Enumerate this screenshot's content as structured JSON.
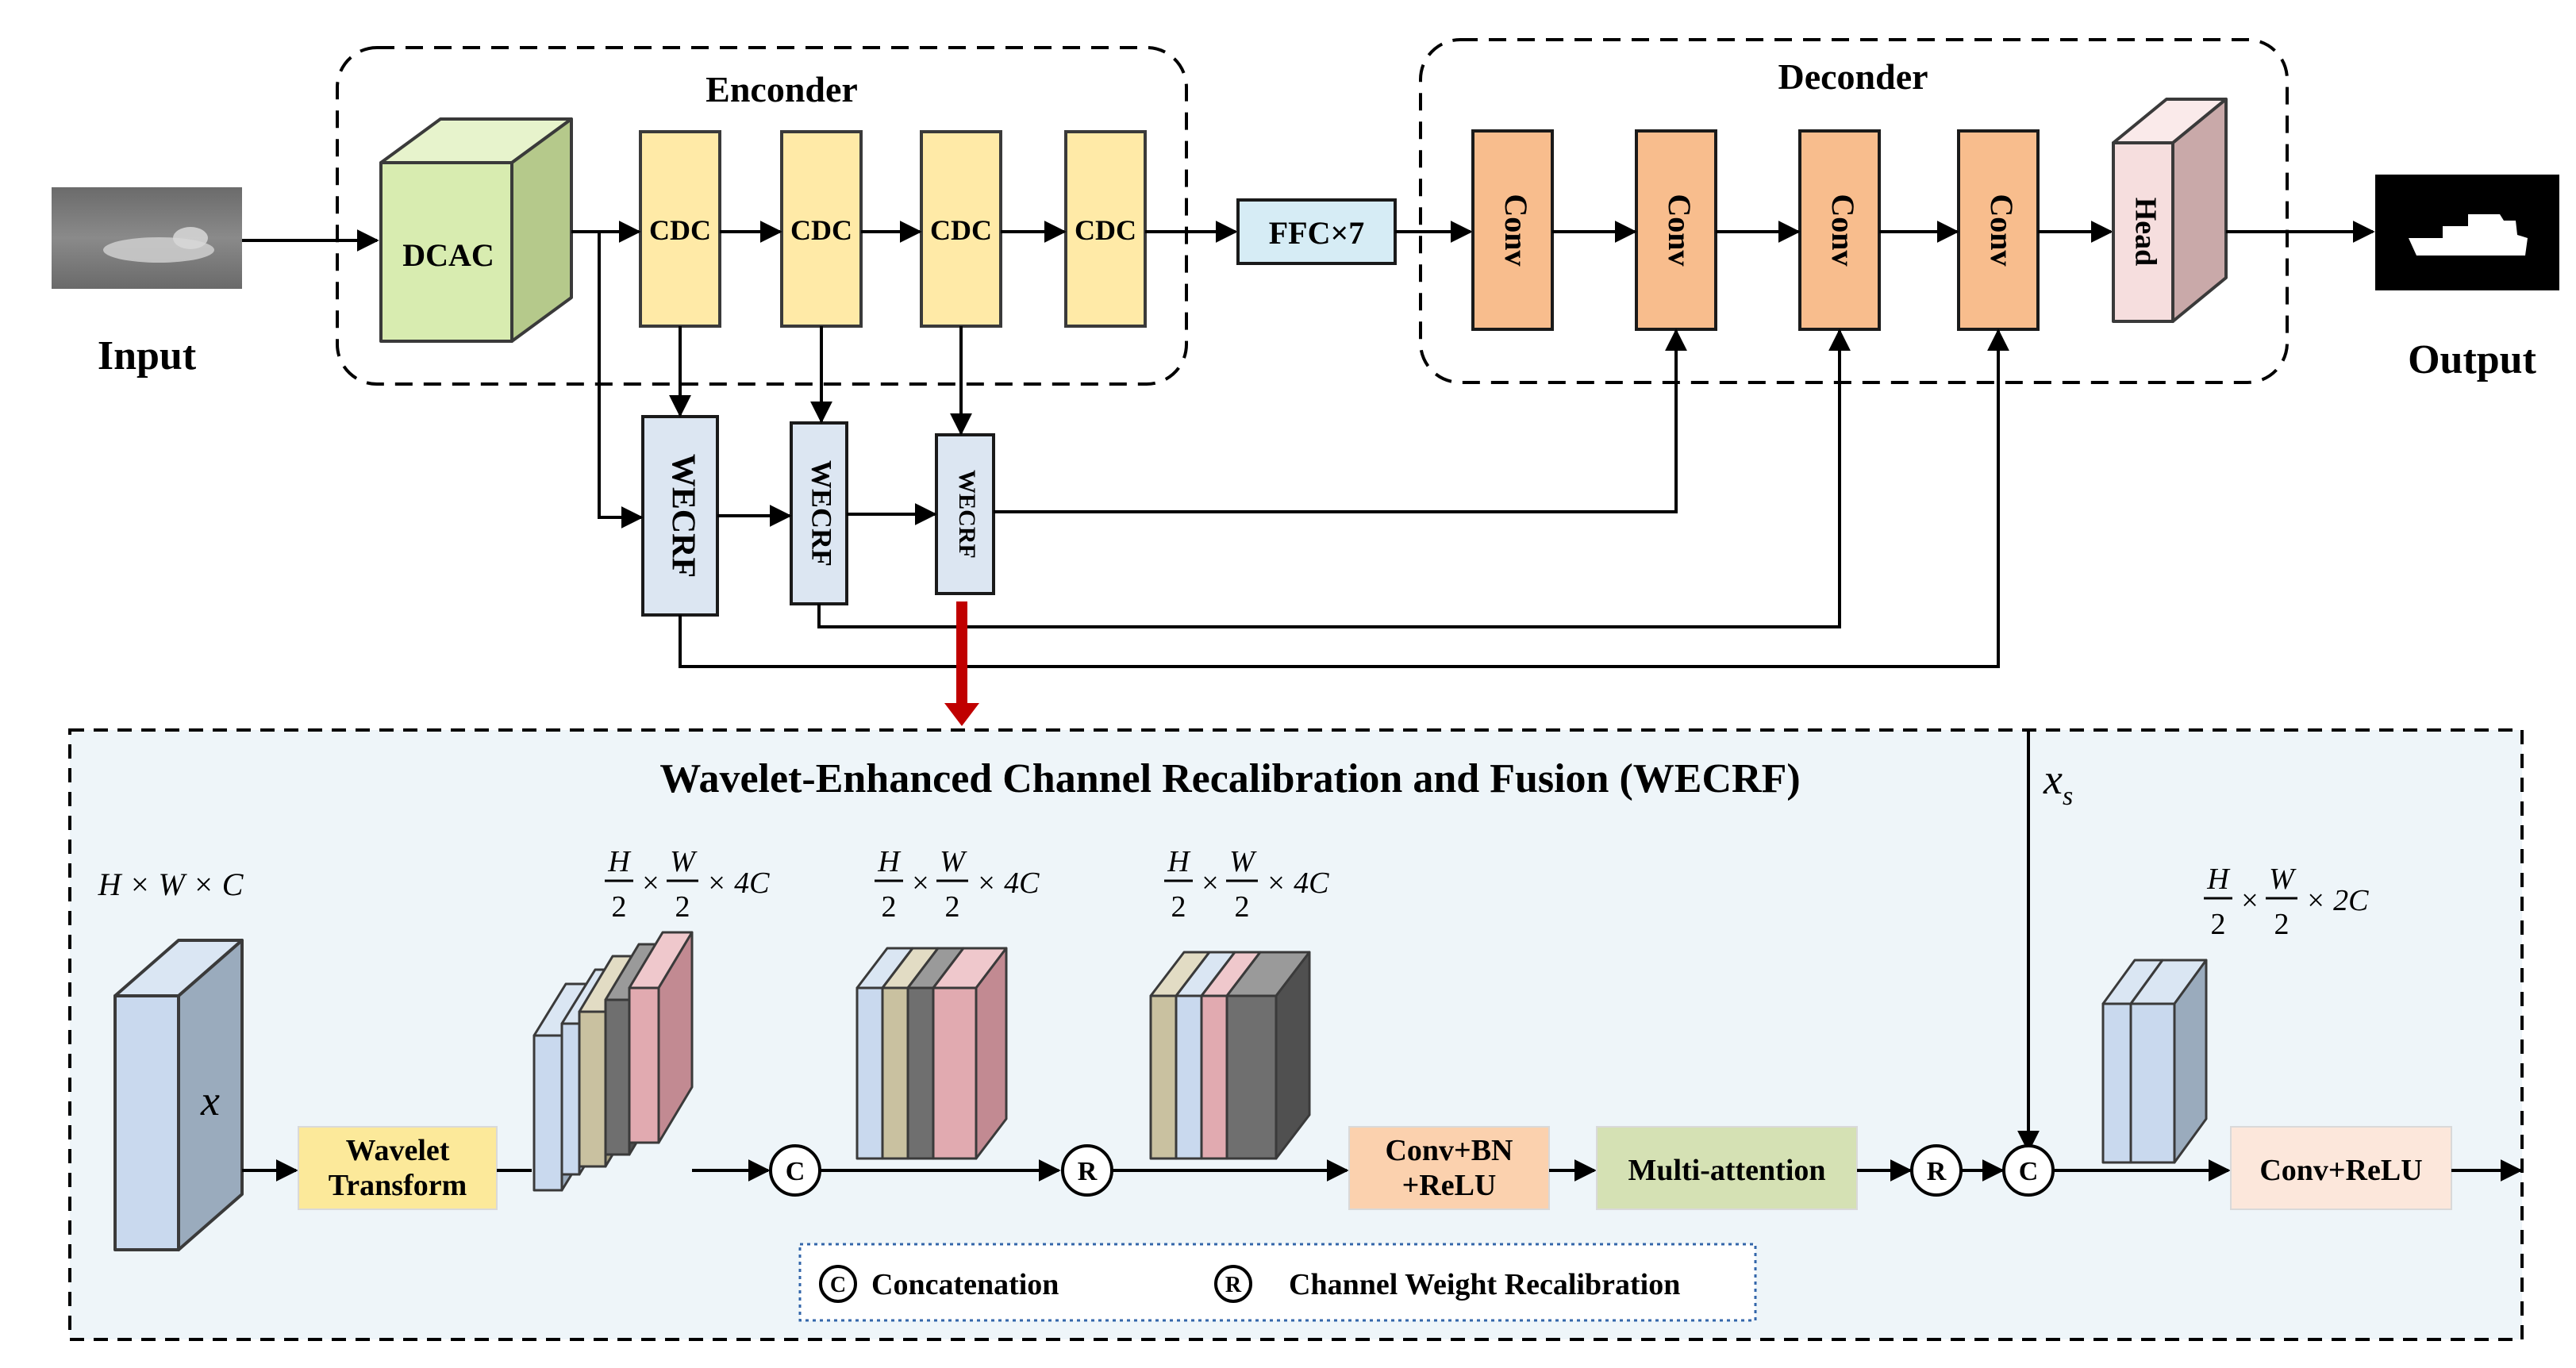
{
  "colors": {
    "encoder_block": "#ffeaa7",
    "encoder_block_stroke": "#3a3a3a",
    "dcac_front": "#d8ecb0",
    "dcac_top": "#e7f3cc",
    "dcac_side": "#b5c98b",
    "decoder_block": "#f8bd8d",
    "head_front": "#f6dede",
    "head_top": "#faeaea",
    "head_side": "#c9a9a9",
    "ffc_block": "#d6ecf5",
    "wecrf_block": "#dce6f2",
    "wecrf_panel_bg": "#eef5f9",
    "wavelet_box": "#fce99a",
    "convbn_box": "#fbd1ae",
    "multiattn_box": "#d5e1b4",
    "convrelu_box": "#fce7db",
    "red_arrow": "#c00000",
    "layer_blue": "#c9d9ee",
    "layer_khaki": "#c9c1a0",
    "layer_gray": "#6f6f6f",
    "layer_pink": "#e1aab0",
    "layer_slate": "#a5b5c7"
  },
  "top": {
    "input_label": "Input",
    "output_label": "Output",
    "encoder_title": "Enconder",
    "decoder_title": "Deconder",
    "dcac_label": "DCAC",
    "cdc_labels": [
      "CDC",
      "CDC",
      "CDC",
      "CDC"
    ],
    "ffc_label": "FFC×7",
    "conv_labels": [
      "Conv",
      "Conv",
      "Conv",
      "Conv"
    ],
    "head_label": "Head",
    "wecrf_labels": [
      "WECRF",
      "WECRF",
      "WECRF"
    ]
  },
  "detail": {
    "title": "Wavelet-Enhanced Channel Recalibration and Fusion (WECRF)",
    "dim_input": "H × W × C",
    "x_label": "x",
    "xs_label": "x",
    "xs_sub": "s",
    "frac_h": "H",
    "frac_w": "W",
    "frac_den": "2",
    "times": "×",
    "mult_4c": "× 4C",
    "mult_2c": "× 2C",
    "wavelet_line1": "Wavelet",
    "wavelet_line2": "Transform",
    "convbn_line1": "Conv+BN",
    "convbn_line2": "+ReLU",
    "multiattn_label": "Multi-attention",
    "convrelu_label": "Conv+ReLU",
    "concat_symbol": "C",
    "recal_symbol": "R"
  },
  "legend": {
    "concat_symbol": "C",
    "concat_label": "Concatenation",
    "recal_symbol": "R",
    "recal_label": "Channel Weight Recalibration"
  }
}
